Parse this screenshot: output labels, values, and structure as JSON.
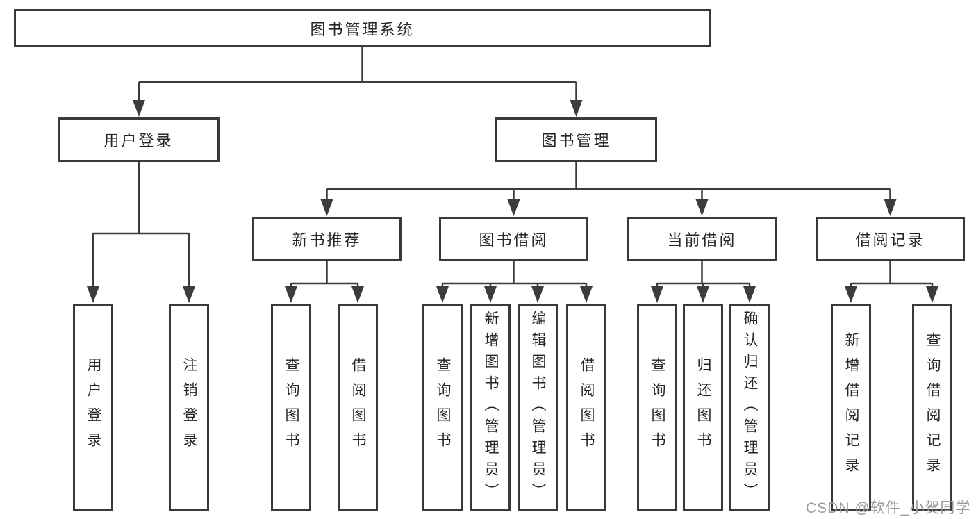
{
  "diagram": {
    "root": {
      "label": "图书管理系统"
    },
    "level2": {
      "user_login": {
        "label": "用户登录",
        "children": [
          {
            "label": "用户登录"
          },
          {
            "label": "注销登录"
          }
        ]
      },
      "book_mgmt": {
        "label": "图书管理",
        "sections": [
          {
            "label": "新书推荐",
            "children": [
              {
                "label": "查询图书"
              },
              {
                "label": "借阅图书"
              }
            ]
          },
          {
            "label": "图书借阅",
            "children": [
              {
                "label": "查询图书"
              },
              {
                "label": "新增图书（管理员）"
              },
              {
                "label": "编辑图书（管理员）"
              },
              {
                "label": "借阅图书"
              }
            ]
          },
          {
            "label": "当前借阅",
            "children": [
              {
                "label": "查询图书"
              },
              {
                "label": "归还图书"
              },
              {
                "label": "确认归还（管理员）"
              }
            ]
          },
          {
            "label": "借阅记录",
            "children": [
              {
                "label": "新增借阅记录"
              },
              {
                "label": "查询借阅记录"
              }
            ]
          }
        ]
      }
    }
  },
  "watermark": {
    "text": "CSDN @软件_小贺同学"
  },
  "colors": {
    "line": "#3c3c3c",
    "box_border": "#3a3a3a",
    "text": "#262626",
    "watermark": "#9b9b9b",
    "background": "#ffffff"
  }
}
